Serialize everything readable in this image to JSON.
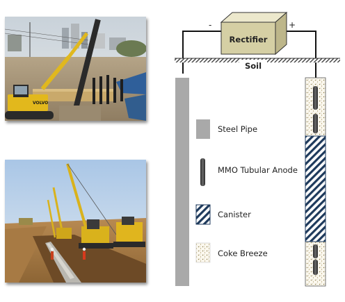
{
  "photos": {
    "top": {
      "brand_text": "VOLVO"
    },
    "bottom": {}
  },
  "diagram": {
    "rectifier_label": "Rectifier",
    "soil_label": "Soil",
    "minus_label": "-",
    "plus_label": "+",
    "legend": [
      {
        "key": "steel-pipe",
        "label": "Steel Pipe"
      },
      {
        "key": "mmo-anode",
        "label": "MMO Tubular Anode"
      },
      {
        "key": "canister",
        "label": "Canister"
      },
      {
        "key": "coke-breeze",
        "label": "Coke Breeze"
      }
    ],
    "colors": {
      "rectifier_fill": "#d5cfa4",
      "steel_pipe": "#a9a9a9",
      "anode": "#4a4a4a",
      "canister_stripe": "#1e3a5c",
      "coke_dots": "#8a7a45"
    }
  }
}
